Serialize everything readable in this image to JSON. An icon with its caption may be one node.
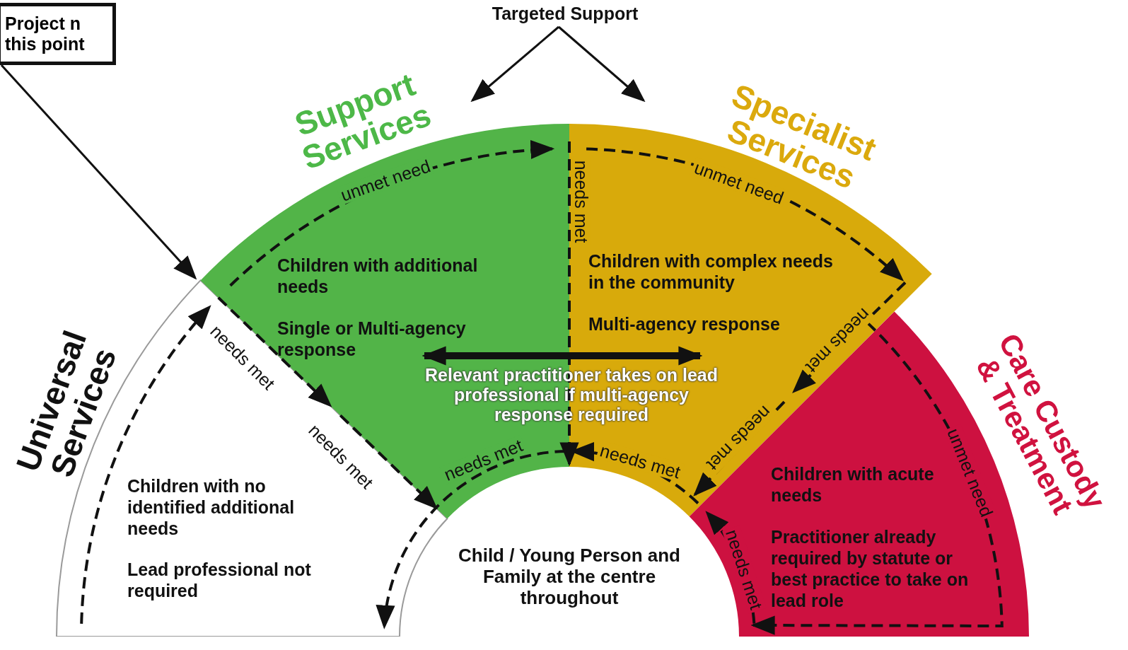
{
  "diagram": {
    "nodes": [
      {
        "text": [
          "Project n this point"
        ]
      },
      {
        "text": [
          "Targeted Support"
        ]
      },
      {
        "text": [
          "Universal Services",
          "Children with no identified additional needs",
          "Lead professional not required"
        ]
      },
      {
        "text": [
          "Support Services",
          "Children with additional needs",
          "Single or Multi-agency response"
        ]
      },
      {
        "text": [
          "Specialist Services",
          "Children with complex needs in the community",
          "Multi-agency response"
        ]
      },
      {
        "text": [
          "Care Custody & Treatment",
          "Children with acute needs",
          "Practitioner already required by statute or best practice to take on lead role"
        ]
      },
      {
        "text": [
          "Child / Young Person and Family at the centre throughout"
        ]
      }
    ],
    "edges": [
      {
        "from": 0,
        "to": 3,
        "arrow": "to"
      },
      {
        "from": 1,
        "to": 3,
        "arrow": "to"
      },
      {
        "from": 1,
        "to": 4,
        "arrow": "to"
      },
      {
        "from": 2,
        "to": 3,
        "arrow": "to",
        "style": "dashed"
      },
      {
        "from": 3,
        "to": 4,
        "arrow": "to",
        "style": "dashed",
        "label": "unmet need"
      },
      {
        "from": 4,
        "to": 5,
        "arrow": "to",
        "style": "dashed",
        "label": "unmet need"
      },
      {
        "from": 4,
        "to": 5,
        "arrow": "to",
        "style": "dashed",
        "label": "unmet need"
      },
      {
        "from": 5,
        "to": 4,
        "arrow": "to",
        "style": "dashed",
        "label": "needs met"
      },
      {
        "from": 4,
        "to": 5,
        "arrow": "to",
        "style": "dashed",
        "label": "needs met"
      },
      {
        "from": 4,
        "to": 5,
        "arrow": "to",
        "style": "dashed",
        "label": "needs met"
      },
      {
        "from": 4,
        "to": 3,
        "arrow": "to",
        "style": "dashed",
        "label": "needs met"
      },
      {
        "from": 4,
        "to": 3,
        "arrow": "to",
        "style": "dashed",
        "label": "needs met"
      },
      {
        "from": 3,
        "to": 2,
        "arrow": "to",
        "style": "dashed",
        "label": "needs met"
      },
      {
        "from": 2,
        "to": 3,
        "arrow": "to",
        "style": "dashed",
        "label": "needs met"
      },
      {
        "from": 2,
        "to": 3,
        "arrow": "to",
        "style": "dashed",
        "label": "needs met"
      },
      {
        "from": 3,
        "to": 4,
        "arrow": "both",
        "style": "thick",
        "label": "Relevant practitioner takes on lead professional if multi-agency response required"
      }
    ]
  }
}
